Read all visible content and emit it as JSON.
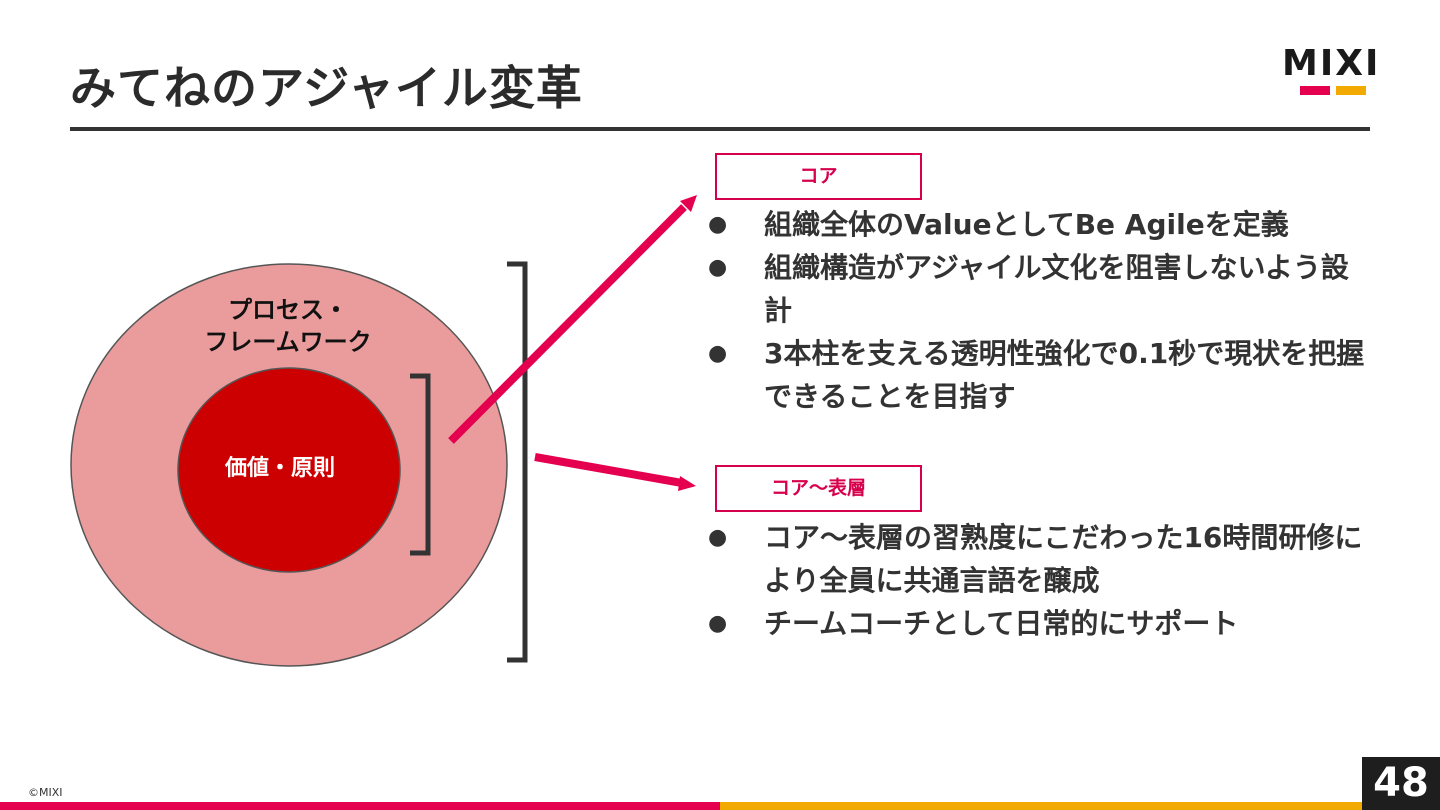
{
  "slide": {
    "title": "みてねのアジャイル変革",
    "logo_text": "MIXI",
    "copyright": "©MIXI",
    "page_number": "48"
  },
  "diagram": {
    "outer_label_line1": "プロセス・",
    "outer_label_line2": "フレームワーク",
    "inner_label": "価値・原則"
  },
  "core": {
    "tag": "コア",
    "bullets": [
      "組織全体のValueとしてBe Agileを定義",
      "組織構造がアジャイル文化を阻害しないよう設計",
      "3本柱を支える透明性強化で0.1秒で現状を把握できることを目指す"
    ]
  },
  "surface": {
    "tag": "コア〜表層",
    "bullets": [
      "コア〜表層の習熟度にこだわった16時間研修により全員に共通言語を醸成",
      "チームコーチとして日常的にサポート"
    ]
  },
  "colors": {
    "accent": "#e5004f",
    "accent_yellow": "#f2a900",
    "outer_circle": "#ea9c9c",
    "inner_circle": "#cc0000",
    "bracket": "#333333"
  },
  "bullet_glyph": "●"
}
